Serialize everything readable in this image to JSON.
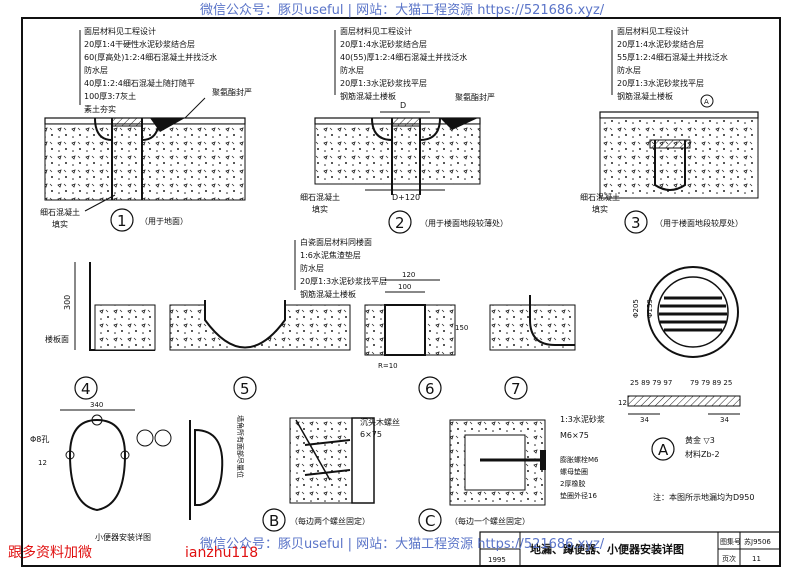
{
  "watermark": {
    "top": "微信公众号：豚贝useful | 网站：大猫工程资源 https://521686.xyz/",
    "bottom": "微信公众号：豚贝useful | 网站：大猫工程资源 https://521686.xyz/"
  },
  "overlay": {
    "line1": "跟多资料加微",
    "line2": "ianzhu118"
  },
  "detail1": {
    "layers": [
      "面层材料见工程设计",
      "20厚1:4干硬性水泥砂浆结合层",
      "60(厚高处)1:2:4细石混凝土并找泛水",
      "防水层",
      "40厚1:2:4细石混凝土随打随平",
      "100厚3:7灰土",
      "素土夯实"
    ],
    "right_note": "聚氨酯封严",
    "bottom_notes": [
      "细石混凝土",
      "填实"
    ],
    "number": "1",
    "caption": "（用于地面）"
  },
  "detail2": {
    "layers": [
      "面层材料见工程设计",
      "20厚1:4水泥砂浆结合层",
      "40(55)厚1:2:4细石混凝土并找泛水",
      "防水层",
      "20厚1:3水泥砂浆找平层",
      "钢筋混凝土楼板"
    ],
    "right_note": "聚氨酯封严",
    "dim_d": "D",
    "dim_bottom": "D+120",
    "bottom_notes": [
      "细石混凝土",
      "填实"
    ],
    "number": "2",
    "caption": "（用于楼面地段较薄处）"
  },
  "detail3": {
    "layers": [
      "面层材料见工程设计",
      "20厚1:4水泥砂浆结合层",
      "55厚1:2:4细石混凝土并找泛水",
      "防水层",
      "20厚1:3水泥砂浆找平层",
      "钢筋混凝土楼板"
    ],
    "ref_a": "A",
    "bottom_notes": [
      "细石混凝土",
      "填实"
    ],
    "number": "3",
    "caption": "（用于楼面地段较厚处）"
  },
  "detail4": {
    "dim": "300",
    "label": "楼板面",
    "number": "4"
  },
  "detail5": {
    "layers": [
      "白瓷面层材料同楼面",
      "1:6水泥焦渣垫层",
      "防水层",
      "20厚1:3水泥砂浆找平层",
      "钢筋混凝土楼板"
    ],
    "number": "5"
  },
  "detail6": {
    "dim_top": "120",
    "dim_inner": "100",
    "dim_side": "150",
    "radius": "R=10",
    "number": "6"
  },
  "detail7": {
    "number": "7"
  },
  "detailA": {
    "dim_outer": "Φ205",
    "dim_inner": "Φ153",
    "dims_left": "25 89 79 97",
    "dims_right": "79 79 89 25",
    "dim_side": "34",
    "dim_height": "12",
    "letter": "A",
    "material1": "黄金 ▽3",
    "material2": "材料Zb-2",
    "note": "注：本图所示地漏均为D950"
  },
  "urinal": {
    "dim_width": "340",
    "hole": "Φ8孔",
    "side_dim": "12",
    "labels": [
      "墙角所有面部尽量位"
    ],
    "title": "小便器安装详图"
  },
  "detailB": {
    "labels": [
      "沉头木螺丝",
      "6×75"
    ],
    "letter": "B",
    "caption": "（每边两个螺丝固定）"
  },
  "detailC": {
    "labels": [
      "1:3水泥砂浆",
      "M6×75",
      "膨胀螺栓M6",
      "螺母垫圈",
      "2厚橡胶",
      "垫圈外径16"
    ],
    "letter": "C",
    "caption": "（每边一个螺丝固定）"
  },
  "titleblock": {
    "title": "地漏、蹲便器、小便器安装详图",
    "year": "1995",
    "atlas_label": "图集号",
    "atlas_no": "苏J9506",
    "page_label": "页次",
    "page_no": "11"
  }
}
